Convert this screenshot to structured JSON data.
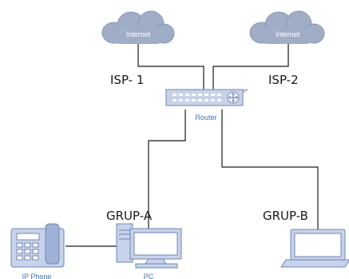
{
  "labels": {
    "internet_left": "Internet",
    "internet_right": "Internet",
    "isp1": "ISP- 1",
    "isp2": "ISP-2",
    "router": "Router",
    "grup_a": "GRUP-A",
    "grup_b": "GRUP-B",
    "ip_phone": "IP Phone",
    "pc": "PC"
  },
  "colors": {
    "cloud": "#9fadc7",
    "cloud_stroke": "#8797b5",
    "device_fill": "#c7d3ea",
    "device_stroke": "#6f86b5",
    "line": "#1a1a1a",
    "caption": "#3a6fc4"
  },
  "icons": [
    "cloud-icon",
    "router-icon",
    "ip-phone-icon",
    "pc-icon",
    "laptop-icon"
  ]
}
